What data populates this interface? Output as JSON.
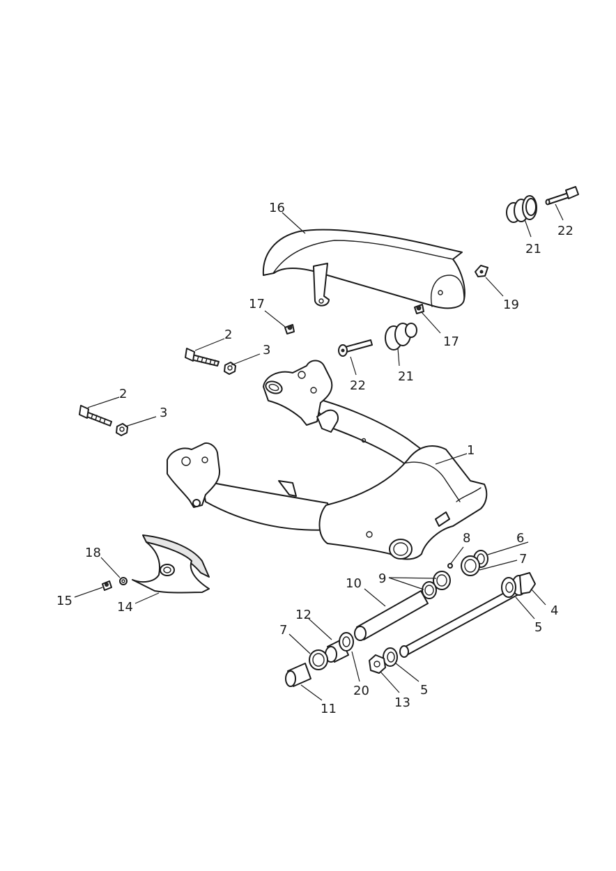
{
  "diagram": {
    "type": "exploded-parts-diagram",
    "callouts": [
      {
        "id": "c1",
        "label": "1"
      },
      {
        "id": "c2a",
        "label": "2"
      },
      {
        "id": "c2b",
        "label": "2"
      },
      {
        "id": "c3a",
        "label": "3"
      },
      {
        "id": "c3b",
        "label": "3"
      },
      {
        "id": "c4",
        "label": "4"
      },
      {
        "id": "c5a",
        "label": "5"
      },
      {
        "id": "c5b",
        "label": "5"
      },
      {
        "id": "c6",
        "label": "6"
      },
      {
        "id": "c7a",
        "label": "7"
      },
      {
        "id": "c7b",
        "label": "7"
      },
      {
        "id": "c8",
        "label": "8"
      },
      {
        "id": "c9",
        "label": "9"
      },
      {
        "id": "c10",
        "label": "10"
      },
      {
        "id": "c11",
        "label": "11"
      },
      {
        "id": "c12",
        "label": "12"
      },
      {
        "id": "c13",
        "label": "13"
      },
      {
        "id": "c14",
        "label": "14"
      },
      {
        "id": "c15",
        "label": "15"
      },
      {
        "id": "c16",
        "label": "16"
      },
      {
        "id": "c17a",
        "label": "17"
      },
      {
        "id": "c17b",
        "label": "17"
      },
      {
        "id": "c18",
        "label": "18"
      },
      {
        "id": "c19",
        "label": "19"
      },
      {
        "id": "c20",
        "label": "20"
      },
      {
        "id": "c21a",
        "label": "21"
      },
      {
        "id": "c21b",
        "label": "21"
      },
      {
        "id": "c22a",
        "label": "22"
      },
      {
        "id": "c22b",
        "label": "22"
      }
    ]
  }
}
